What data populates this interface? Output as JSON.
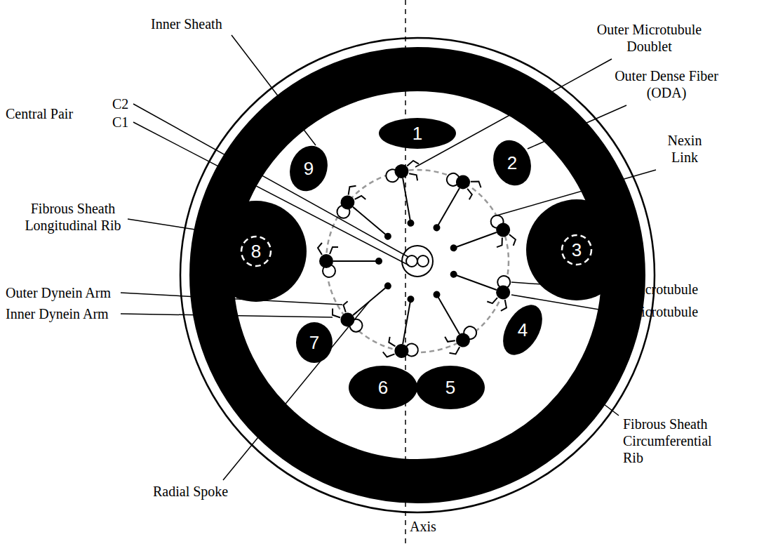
{
  "diagram": {
    "nodes": [
      {
        "text": [
          "1"
        ]
      },
      {
        "text": [
          "9"
        ]
      },
      {
        "text": [
          "2"
        ]
      },
      {
        "text": [
          "8"
        ]
      },
      {
        "text": [
          "3"
        ]
      },
      {
        "text": [
          "7"
        ]
      },
      {
        "text": [
          "4"
        ]
      },
      {
        "text": [
          "6"
        ]
      },
      {
        "text": [
          "5"
        ]
      }
    ],
    "labels": [
      "Inner Sheath",
      "Outer Microtubule Doublet",
      "Outer Dense Fiber (ODA)",
      "C2",
      "Central Pair",
      "C1",
      "Nexin Link",
      "Fibrous Sheath Longitudinal Rib",
      "B Microtubule",
      "Outer Dynein Arm",
      "A Microtubule",
      "Inner Dynein Arm",
      "Fibrous Sheath Circumferential Rib",
      "Radial Spoke",
      "Axis"
    ]
  }
}
